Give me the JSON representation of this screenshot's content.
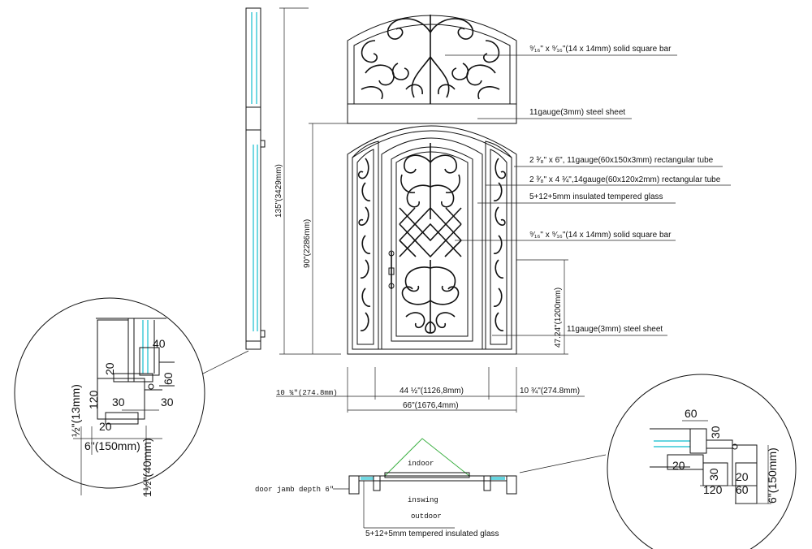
{
  "annotations": {
    "bar_top": "⁹⁄₁₆\" x ⁹⁄₁₆\"(14 x 14mm)  solid square bar",
    "steel_sheet_top": "11gauge(3mm) steel sheet",
    "rect_tube_1": "2 ³⁄₈\" x 6\", 11gauge(60x150x3mm) rectangular tube",
    "rect_tube_2": "2 ³⁄₈\" x 4 ¾\",14gauge(60x120x2mm) rectangular tube",
    "glass": "5+12+5mm  insulated tempered glass",
    "bar_mid": "⁹⁄₁₆\" x ⁹⁄₁₆\"(14 x 14mm)  solid square bar",
    "steel_sheet_bottom": "11gauge(3mm) steel sheet"
  },
  "dimensions": {
    "total_height": "135\"(3429mm)",
    "door_height": "90\"(2286mm)",
    "handle_height": "47.24\"(1200mm)",
    "sidelite_left": "10 ¾\"(274.8mm)",
    "door_width": "44 ½\"(1126,8mm)",
    "sidelite_right": "10 ¾\"(274.8mm)",
    "overall_width": "66\"(1676,4mm)"
  },
  "left_detail": {
    "d40": "40",
    "d20": "20",
    "d60": "60",
    "d120": "120",
    "d30a": "30",
    "d30b": "30",
    "d_half": "½\"(13mm)",
    "d20b": "20",
    "d6in": "6\"(150mm)",
    "d_bottom": "1½\"(40mm)"
  },
  "right_detail": {
    "d60": "60",
    "d30": "30",
    "d20a": "20",
    "d30b": "30",
    "d20b": "20",
    "d120": "120",
    "d60b": "60",
    "d6in": "6\"(150mm)"
  },
  "plan": {
    "indoor": "indoor",
    "inswing": "inswing",
    "outdoor": "outdoor",
    "jamb": "door jamb depth 6\"",
    "glass": "5+12+5mm  tempered insulated glass"
  }
}
